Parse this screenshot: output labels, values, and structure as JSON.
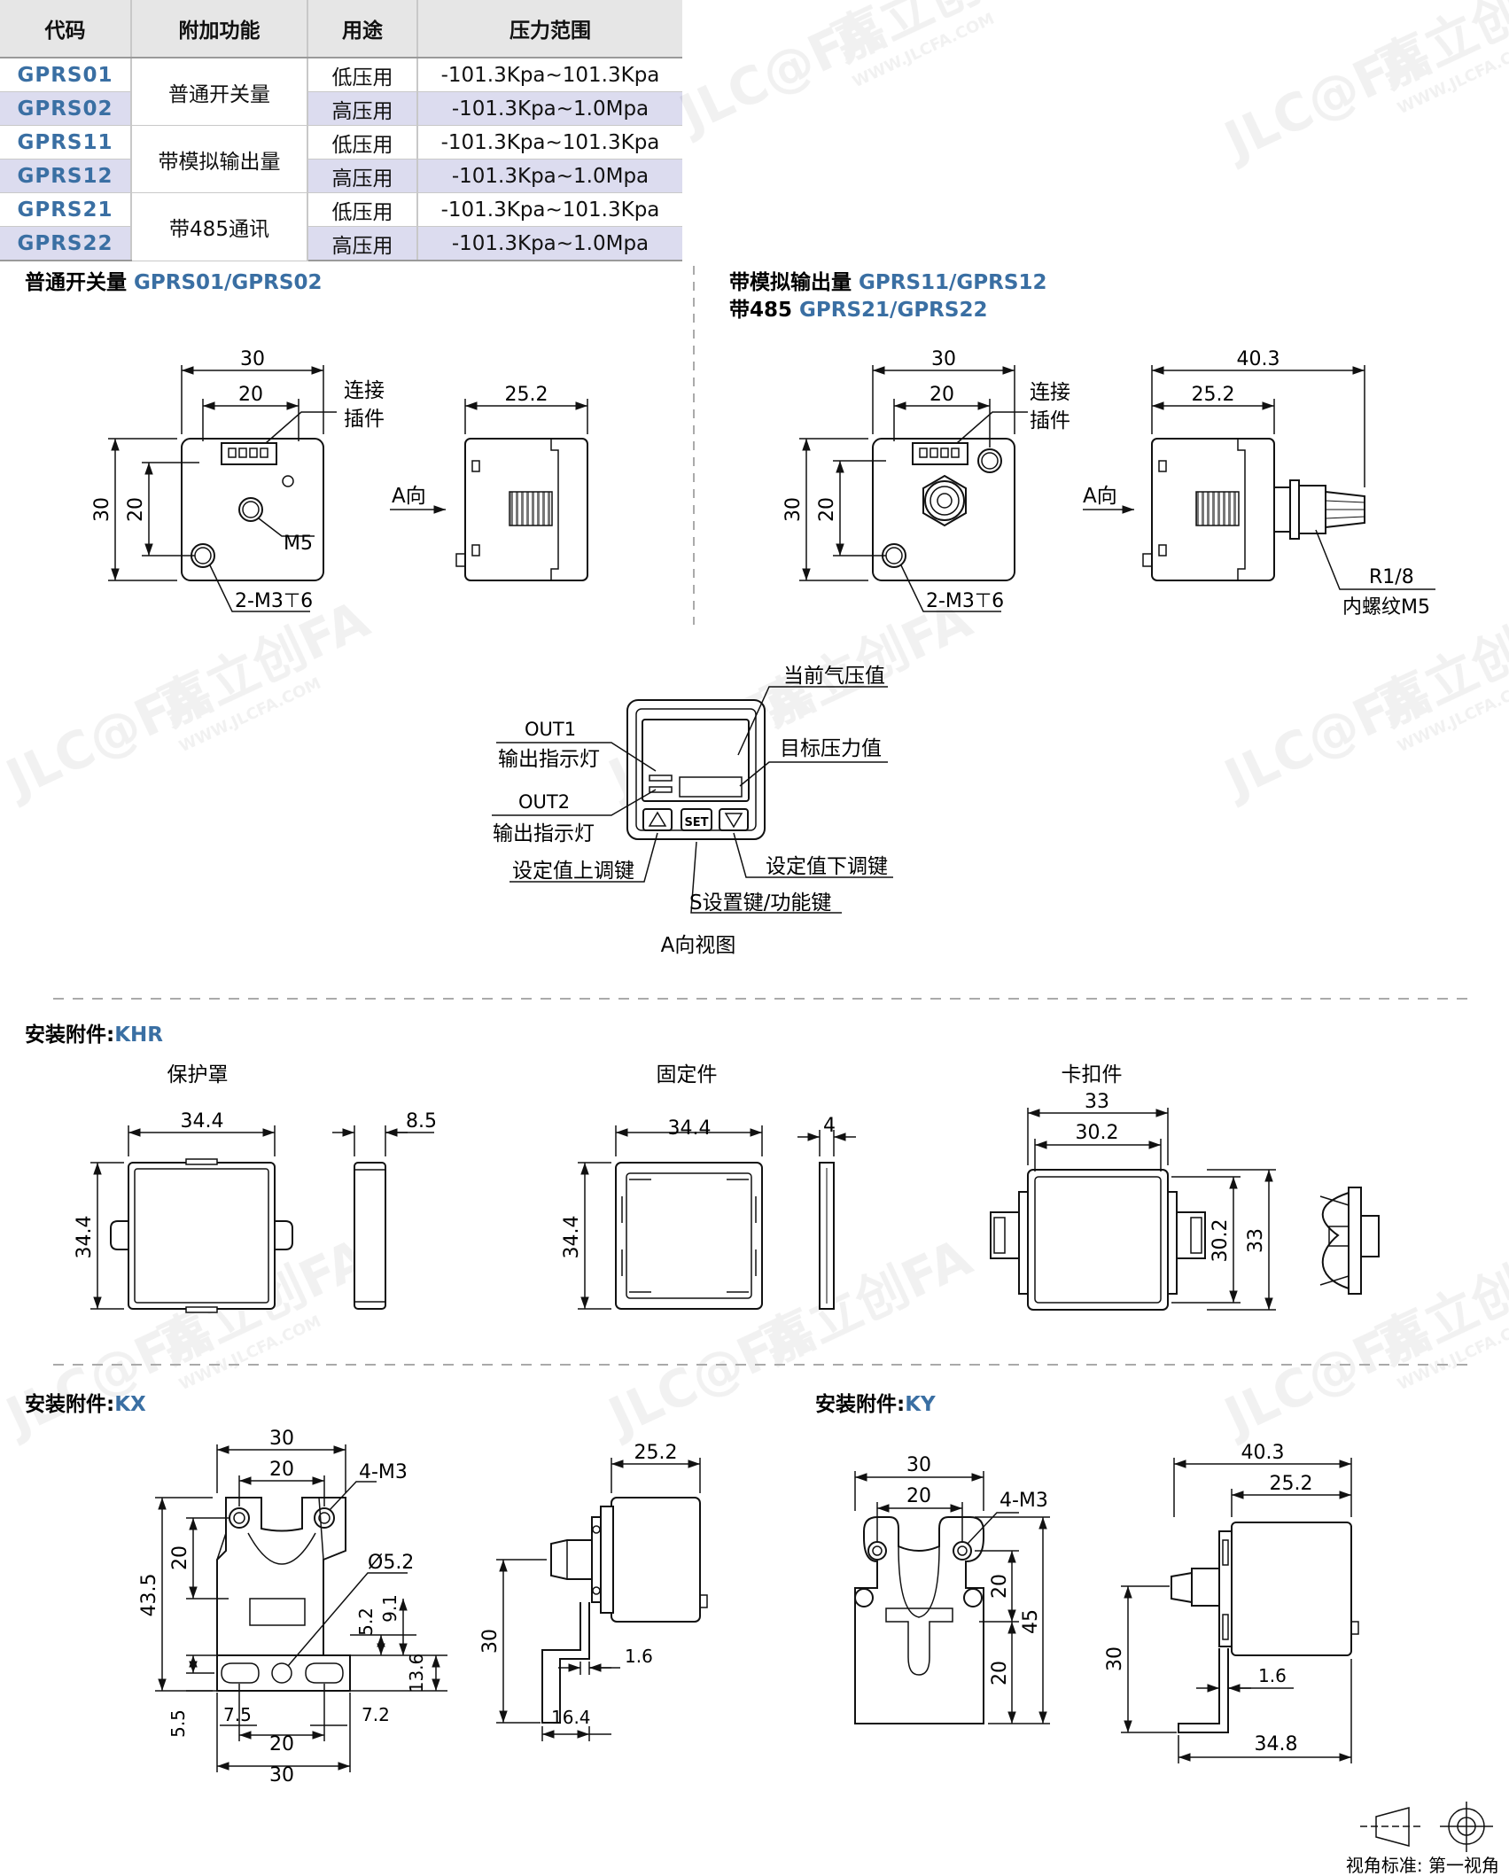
{
  "table": {
    "headers": [
      "代码",
      "附加功能",
      "用途",
      "压力范围"
    ],
    "rows": [
      {
        "code": "GPRS01",
        "function": "普通开关量",
        "use": "低压用",
        "range": "-101.3Kpa~101.3Kpa"
      },
      {
        "code": "GPRS02",
        "use": "高压用",
        "range": "-101.3Kpa~1.0Mpa"
      },
      {
        "code": "GPRS11",
        "function": "带模拟输出量",
        "use": "低压用",
        "range": "-101.3Kpa~101.3Kpa"
      },
      {
        "code": "GPRS12",
        "use": "高压用",
        "range": "-101.3Kpa~1.0Mpa"
      },
      {
        "code": "GPRS21",
        "function": "带485通讯",
        "use": "低压用",
        "range": "-101.3Kpa~101.3Kpa"
      },
      {
        "code": "GPRS22",
        "use": "高压用",
        "range": "-101.3Kpa~1.0Mpa"
      }
    ]
  },
  "sections": {
    "switch": {
      "label": "普通开关量 ",
      "codes": "GPRS01/GPRS02"
    },
    "analog": {
      "label": "带模拟输出量 ",
      "codes": "GPRS11/GPRS12"
    },
    "rs485": {
      "label": "带485 ",
      "codes": "GPRS21/GPRS22"
    },
    "khr": {
      "label": "安装附件:",
      "code": "KHR"
    },
    "kx": {
      "label": "安装附件:",
      "code": "KX"
    },
    "ky": {
      "label": "安装附件:",
      "code": "KY"
    }
  },
  "dims": {
    "d30": "30",
    "d20": "20",
    "d25_2": "25.2",
    "d40_3": "40.3",
    "connector_1": "连接",
    "connector_2": "插件",
    "m5": "M5",
    "m3": "2-M3⊤6",
    "a_dir": "A向",
    "r18": "R1/8",
    "m5_thread": "内螺纹M5"
  },
  "aview": {
    "current_pressure": "当前气压值",
    "target_pressure": "目标压力值",
    "out1": "OUT1",
    "out1_led": "输出指示灯",
    "out2": "OUT2",
    "out2_led": "输出指示灯",
    "up_key": "设定值上调键",
    "down_key": "设定值下调键",
    "set_key": "S设置键/功能键",
    "set_btn": "SET",
    "title": "A向视图"
  },
  "khr_parts": {
    "cover": "保护罩",
    "fixer": "固定件",
    "clip": "卡扣件",
    "d34_4": "34.4",
    "d8_5": "8.5",
    "d4": "4",
    "d33": "33",
    "d30_2": "30.2"
  },
  "kx_dims": {
    "m3_4": "4-M3",
    "d43_5": "43.5",
    "d5_2": "Ø5.2",
    "d9_1": "9.1",
    "d5_2b": "5.2",
    "d13_6": "13.6",
    "d5_5": "5.5",
    "d7_5": "7.5",
    "d7_2": "7.2",
    "d1_6": "1.6",
    "d16_4": "16.4"
  },
  "ky_dims": {
    "d45": "45",
    "d34_8": "34.8"
  },
  "footer": {
    "view_std": "视角标准: 第一视角"
  },
  "watermark": {
    "brand": "JLC@FA",
    "cn": "嘉立创FA",
    "url": "WWW.JLCFA.COM"
  }
}
